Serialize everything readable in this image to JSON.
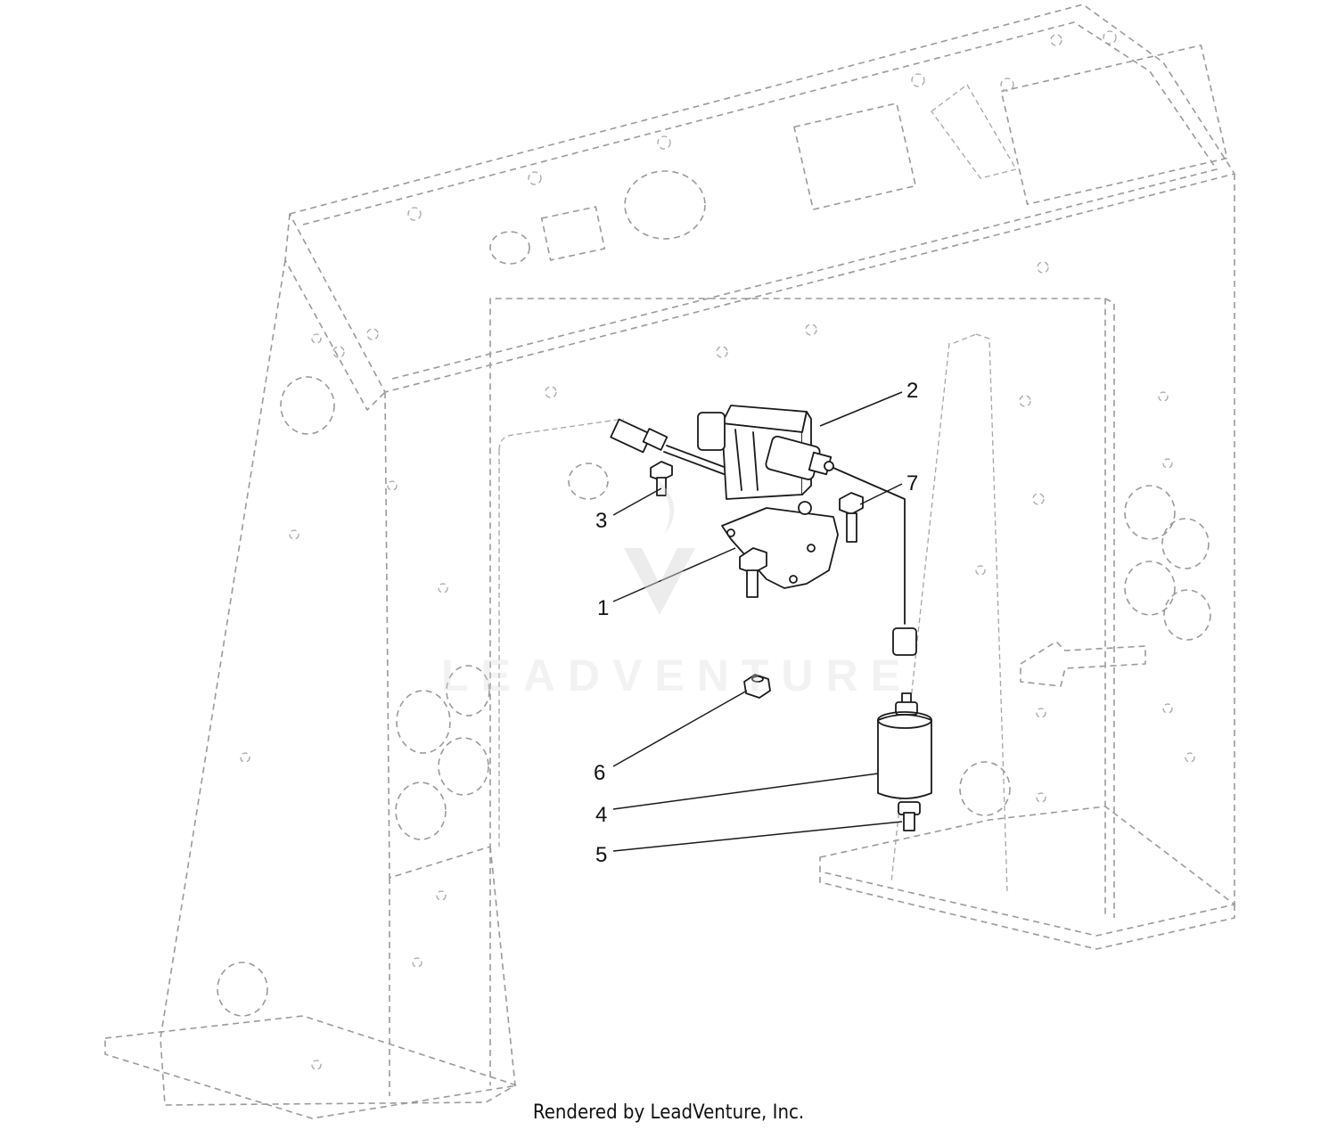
{
  "watermark": {
    "text": "LEADVENTURE"
  },
  "callouts": [
    {
      "label": "1"
    },
    {
      "label": "2"
    },
    {
      "label": "3"
    },
    {
      "label": "4"
    },
    {
      "label": "5"
    },
    {
      "label": "6"
    },
    {
      "label": "7"
    }
  ],
  "footer": {
    "credit": "Rendered by LeadVenture, Inc."
  }
}
